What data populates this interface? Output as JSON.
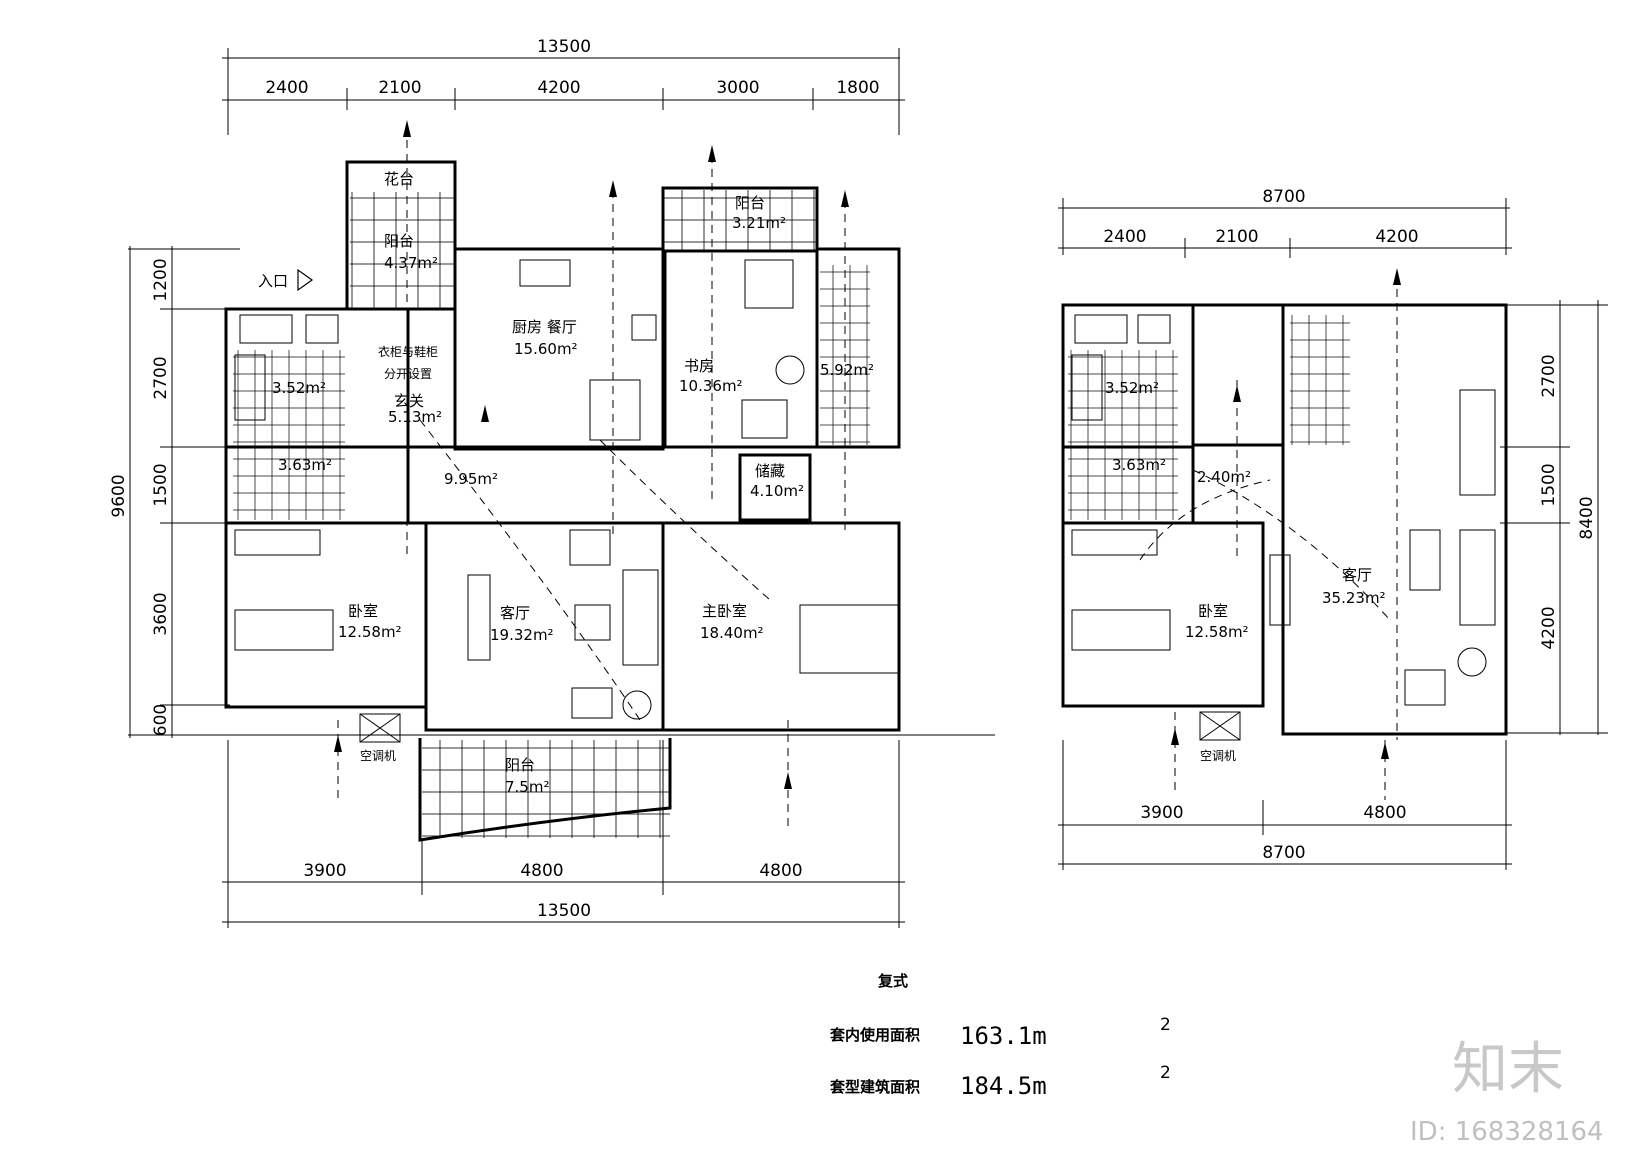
{
  "left_plan": {
    "total_width_top": "13500",
    "top_segments": [
      "2400",
      "2100",
      "4200",
      "3000",
      "1800"
    ],
    "total_width_bottom": "13500",
    "bottom_segments": [
      "3900",
      "4800",
      "4800"
    ],
    "total_depth": "9600",
    "left_segments": [
      "1200",
      "2700",
      "1500",
      "3600",
      "600"
    ],
    "entrance_label": "入口",
    "rooms": {
      "flower_bed": "花台",
      "balcony_nw": "阳台",
      "balcony_nw_area": "4.37m²",
      "wardrobe": "衣柜与鞋柜",
      "wardrobe2": "分开设置",
      "foyer": "玄关",
      "foyer_area": "5.13m²",
      "kitchen_dining": "厨房 餐厅",
      "kitchen_area": "15.60m²",
      "balcony_n": "阳台",
      "balcony_n_area": "3.21m²",
      "study": "书房",
      "study_area": "10.36m²",
      "bath_ne_area": "5.92m²",
      "bath_nw_area": "3.52m²",
      "wash_area": "3.63m²",
      "corridor_area": "9.95m²",
      "storage": "储藏",
      "storage_area": "4.10m²",
      "bedroom": "卧室",
      "bedroom_area": "12.58m²",
      "living": "客厅",
      "living_area": "19.32m²",
      "master": "主卧室",
      "master_area": "18.40m²",
      "balcony_s": "阳台",
      "balcony_s_area": "7.5m²",
      "ac": "空调机"
    }
  },
  "right_plan": {
    "total_width_top": "8700",
    "top_segments": [
      "2400",
      "2100",
      "4200"
    ],
    "total_width_bottom": "8700",
    "bottom_segments": [
      "3900",
      "4800"
    ],
    "total_depth": "8400",
    "right_segments": [
      "2700",
      "1500",
      "4200"
    ],
    "rooms": {
      "bath_area": "3.52m²",
      "wash_area": "3.63m²",
      "hall_area": "2.40m²",
      "living": "客厅",
      "living_area": "35.23m²",
      "bedroom": "卧室",
      "bedroom_area": "12.58m²",
      "ac": "空调机"
    }
  },
  "summary": {
    "title": "复式",
    "usable_label": "套内使用面积",
    "usable_value": "163.1m",
    "usable_exp": "2",
    "gross_label": "套型建筑面积",
    "gross_value": "184.5m",
    "gross_exp": "2"
  },
  "watermark": {
    "brand": "知末",
    "id": "ID: 168328164"
  }
}
